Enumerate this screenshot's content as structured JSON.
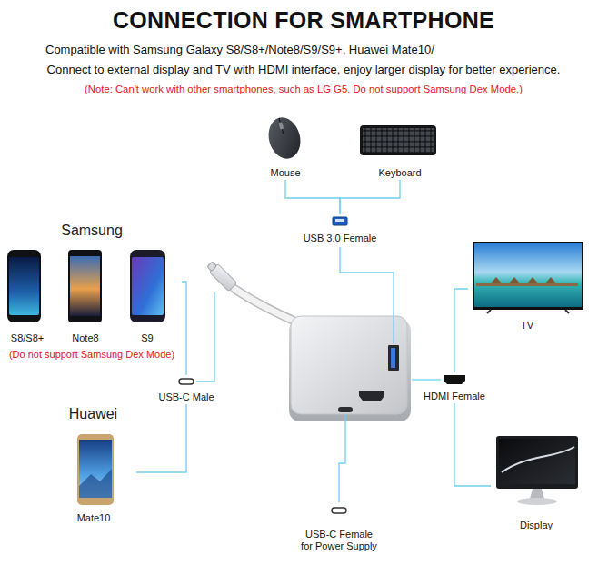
{
  "diagram": {
    "title": "CONNECTION FOR SMARTPHONE",
    "nodes": [
      {
        "text": [
          "Mouse"
        ]
      },
      {
        "text": [
          "Keyboard"
        ]
      },
      {
        "text": [
          "USB 3.0 Female"
        ]
      },
      {
        "text": [
          "Samsung",
          "(Do not support Samsung Dex Mode)"
        ]
      },
      {
        "text": [
          "S8/S8+"
        ],
        "in": 3
      },
      {
        "text": [
          "Note8"
        ],
        "in": 3
      },
      {
        "text": [
          "S9"
        ],
        "in": 3
      },
      {
        "text": [
          "USB-C Male"
        ]
      },
      {
        "text": [
          "Huawei"
        ]
      },
      {
        "text": [
          "Mate10"
        ],
        "in": 8
      },
      {
        "text": [
          "TV"
        ]
      },
      {
        "text": [
          "HDMI Female"
        ]
      },
      {
        "text": [
          "Display"
        ]
      },
      {
        "text": [
          "USB-C Female for Power Supply"
        ]
      }
    ],
    "edges": [
      {
        "from": 0,
        "to": 2,
        "arrow": "none"
      },
      {
        "from": 1,
        "to": 2,
        "arrow": "none"
      },
      {
        "from": 3,
        "to": 7,
        "arrow": "none"
      },
      {
        "from": 8,
        "to": 7,
        "arrow": "none"
      },
      {
        "from": 11,
        "to": 10,
        "arrow": "none"
      },
      {
        "from": 11,
        "to": 12,
        "arrow": "none"
      }
    ],
    "labels": [
      "Compatible with Samsung Galaxy S8/S8+/Note8/S9/S9+, Huawei Mate10/",
      "Connect to external display and TV with HDMI interface, enjoy larger display for better experience.",
      "(Note: Can't work with other smartphones, such as LG G5. Do not support Samsung Dex Mode.)"
    ]
  }
}
